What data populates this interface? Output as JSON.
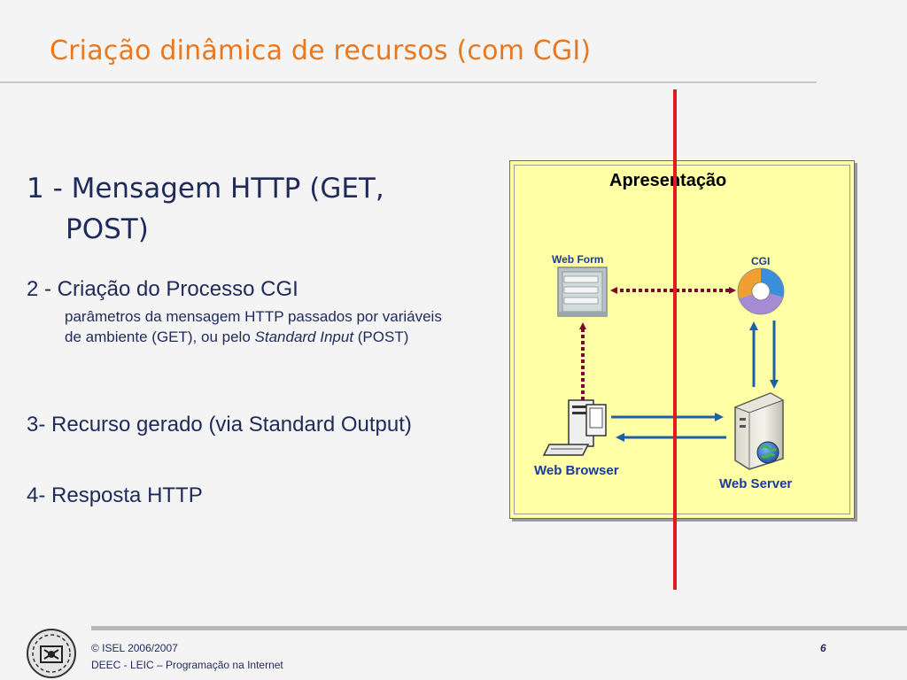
{
  "slide": {
    "title": "Criação dinâmica de recursos (com CGI)",
    "bullet1_line1": "1 - Mensagem HTTP (GET,",
    "bullet1_line2": "POST)",
    "bullet2": "2 - Criação do Processo CGI",
    "sub_text1": "parâmetros da mensagem HTTP passados por variáveis de ambiente (GET), ou pelo ",
    "sub_italic1": "Standard Input",
    "sub_text2": " (POST)",
    "bullet3": "3- Recurso gerado (via Standard Output)",
    "bullet4": "4- Resposta HTTP"
  },
  "diagram": {
    "panel_title": "Apresentação",
    "web_form_label": "Web Form",
    "cgi_label": "CGI",
    "web_browser_label": "Web Browser",
    "web_server_label": "Web Server",
    "icons": [
      "form-icon",
      "cgi-pie-icon",
      "computer-icon",
      "server-icon",
      "globe-icon"
    ],
    "colors": {
      "panel_fill": "#ffffa6",
      "dotted_arrow": "#7a0a2a",
      "solid_arrow": "#1f5fa8",
      "divider_line": "#e31b1b",
      "label_blue": "#1a3aa0"
    }
  },
  "footer": {
    "copyright": "© ISEL 2006/2007",
    "course": "DEEC - LEIC – Programação na Internet",
    "page_number": "6"
  },
  "theme": {
    "title_color": "#e8781f",
    "text_color": "#1f2a5a"
  }
}
